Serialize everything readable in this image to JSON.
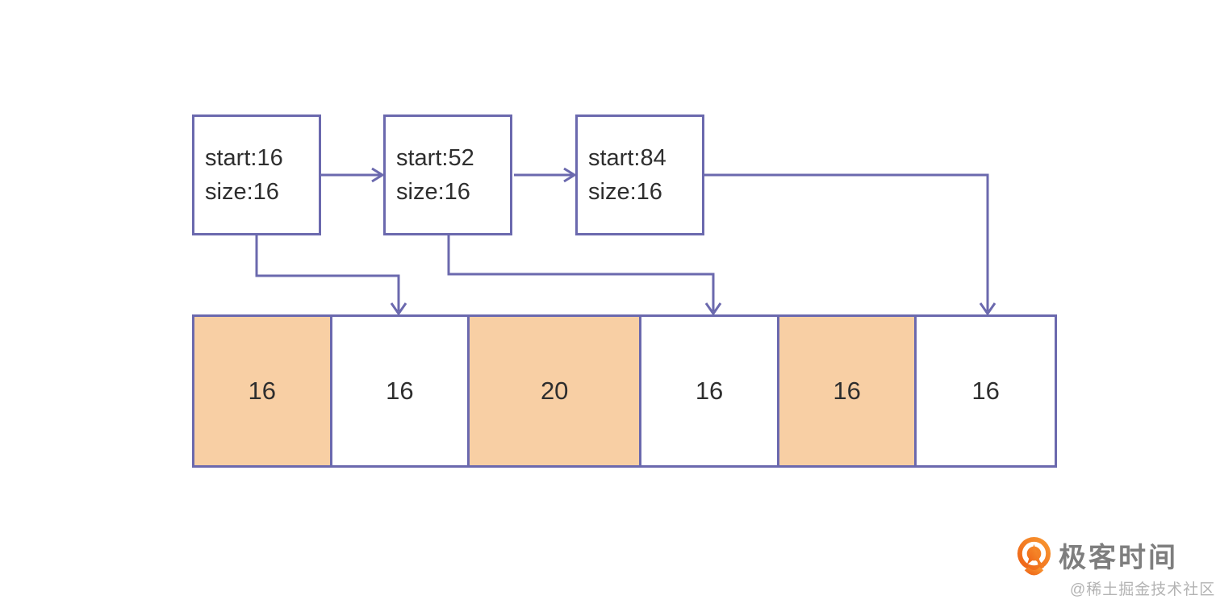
{
  "diagram": {
    "title_hint": "free-list pointing into memory blocks",
    "free_list_nodes": [
      {
        "start_label": "start:16",
        "size_label": "size:16"
      },
      {
        "start_label": "start:52",
        "size_label": "size:16"
      },
      {
        "start_label": "start:84",
        "size_label": "size:16"
      }
    ],
    "memory_blocks": [
      {
        "label": "16",
        "weight": 16,
        "filled": true
      },
      {
        "label": "16",
        "weight": 16,
        "filled": false
      },
      {
        "label": "20",
        "weight": 20,
        "filled": true
      },
      {
        "label": "16",
        "weight": 16,
        "filled": false
      },
      {
        "label": "16",
        "weight": 16,
        "filled": true
      },
      {
        "label": "16",
        "weight": 16,
        "filled": false
      }
    ],
    "colors": {
      "line": "#6B69AE",
      "block_fill": "#F8CFA4",
      "text": "#2E2E2E"
    }
  },
  "watermark": {
    "brand": "极客时间",
    "community": "@稀土掘金技术社区",
    "colors": {
      "logo_orange_dark": "#ED5E14",
      "logo_orange_light": "#F99B33",
      "brand_text": "#7E7E7E",
      "community_text": "#B3B3B3"
    }
  }
}
